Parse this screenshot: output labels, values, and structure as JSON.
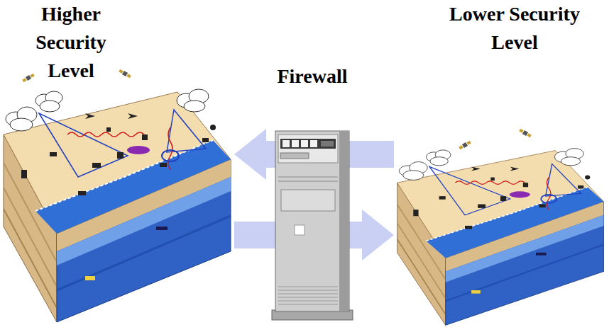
{
  "diagram": {
    "nodes": [
      {
        "text": [
          "Higher Security Level"
        ]
      },
      {
        "text": [
          "Firewall"
        ]
      },
      {
        "text": [
          "Lower Security Level"
        ]
      }
    ],
    "edges": [
      {
        "from": 2,
        "to": 0,
        "arrow": "to"
      },
      {
        "from": 0,
        "to": 2,
        "arrow": "to"
      }
    ]
  }
}
